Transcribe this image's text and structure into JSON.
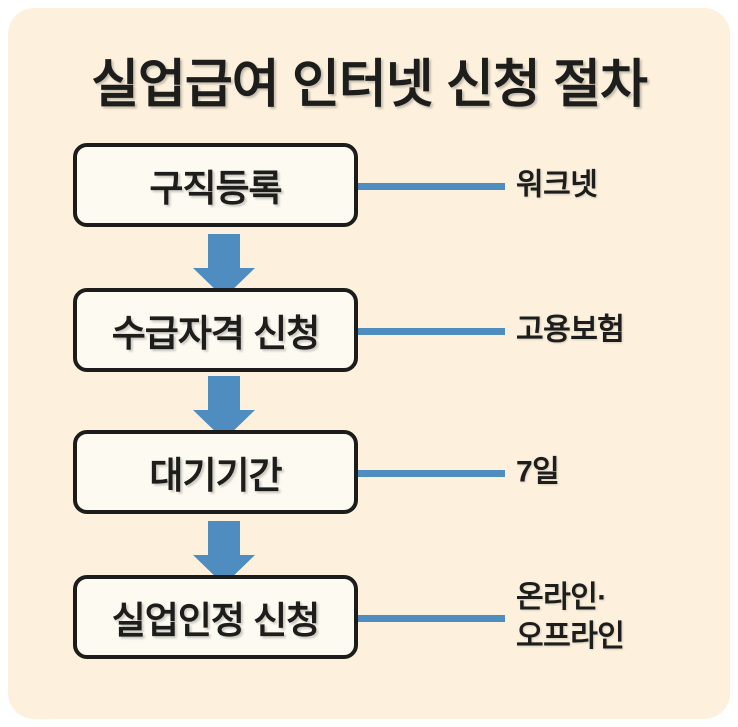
{
  "title": "실업급여 인터넷 신청 절차",
  "colors": {
    "card_background": "#fdf1de",
    "box_fill": "#fdfaf2",
    "box_border": "#1c1c1a",
    "accent_blue": "#4f8dc0",
    "text": "#1d1d1b"
  },
  "flow": {
    "steps": [
      {
        "step_label": "구직등록",
        "side_label": "워크넷"
      },
      {
        "step_label": "수급자격 신청",
        "side_label": "고용보험"
      },
      {
        "step_label": "대기기간",
        "side_label": "7일"
      },
      {
        "step_label": "실업인정 신청",
        "side_label": "온라인·\n오프라인"
      }
    ],
    "arrow_count": 3
  }
}
